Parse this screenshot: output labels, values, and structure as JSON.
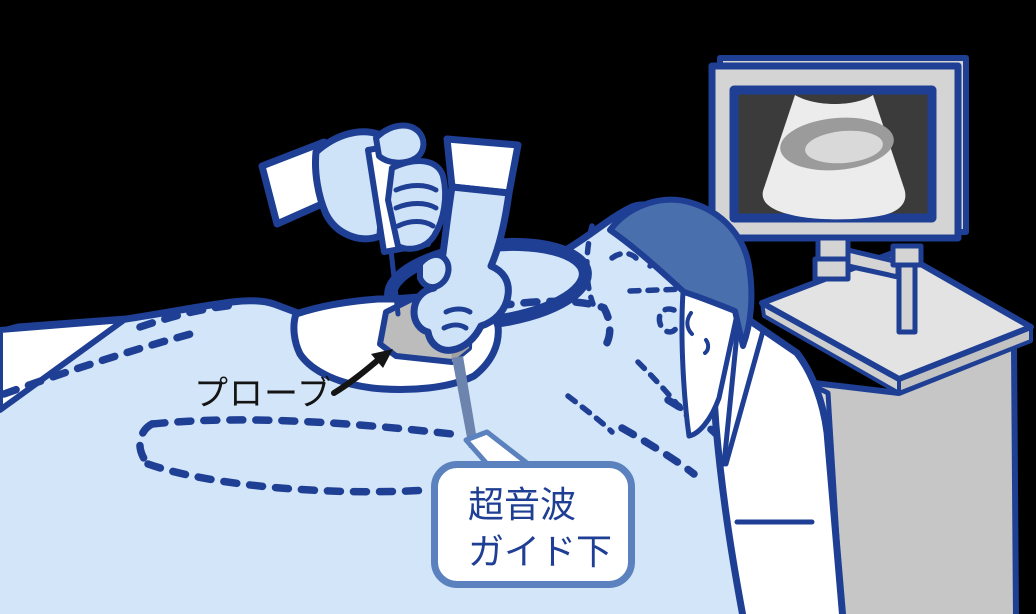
{
  "illustration": {
    "type": "ultrasound-guided-procedure-diagram",
    "labels": {
      "probe": "プローブ",
      "guidance": [
        "超音波",
        "ガイド下"
      ]
    },
    "icons": [
      "ultrasound-monitor-icon",
      "ultrasound-probe-icon",
      "syringe-icon",
      "speech-bubble-icon",
      "arrow-icon"
    ],
    "colors": {
      "background": "#000000",
      "outline_navy": "#1e3f94",
      "drape_blue": "#d3e5f8",
      "glove_blue": "#cfe3f8",
      "hair_blue": "#4a6fad",
      "bubble_border": "#5b82be",
      "bubble_text": "#1e3f94",
      "label_text": "#141414",
      "probe_gray": "#bcbcbc",
      "monitor_bezel_gray": "#d4d4d4",
      "screen_dark": "#3b3b3b",
      "ultrasound_fan": "#ececec",
      "ultrasound_ring": "#9b9b9b",
      "cart_gray": "#c6c6c6",
      "skin_white": "#ffffff"
    }
  }
}
